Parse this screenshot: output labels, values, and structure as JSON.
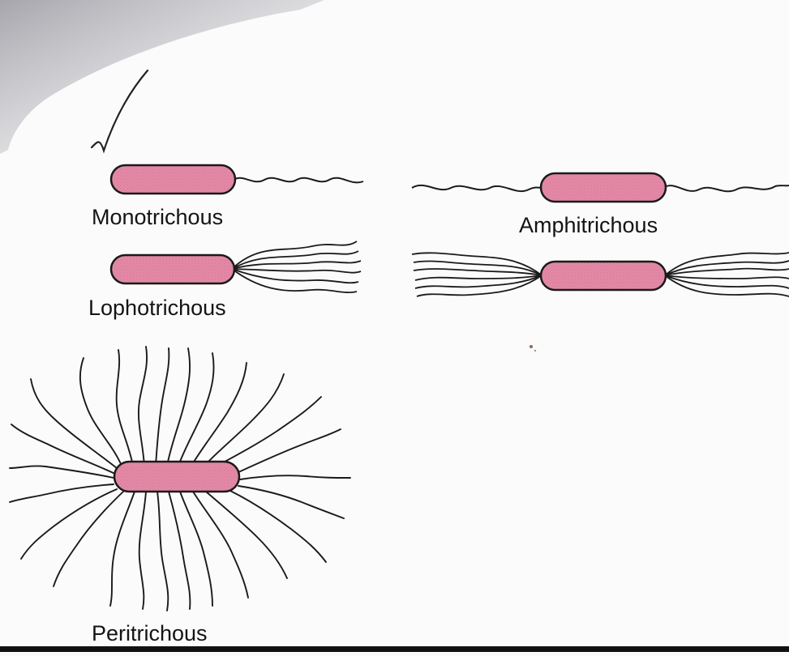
{
  "diagram": {
    "labels": {
      "monotrichous": "Monotrichous",
      "amphitrichous": "Amphitrichous",
      "lophotrichous": "Lophotrichous",
      "peritrichous": "Peritrichous"
    },
    "colors": {
      "cell_fill": "#e48aa7",
      "cell_outline": "#1a1a1a",
      "flagellum": "#1a1a1a",
      "shadow": "#b9b9be"
    },
    "marks": [
      "checkmark"
    ]
  }
}
